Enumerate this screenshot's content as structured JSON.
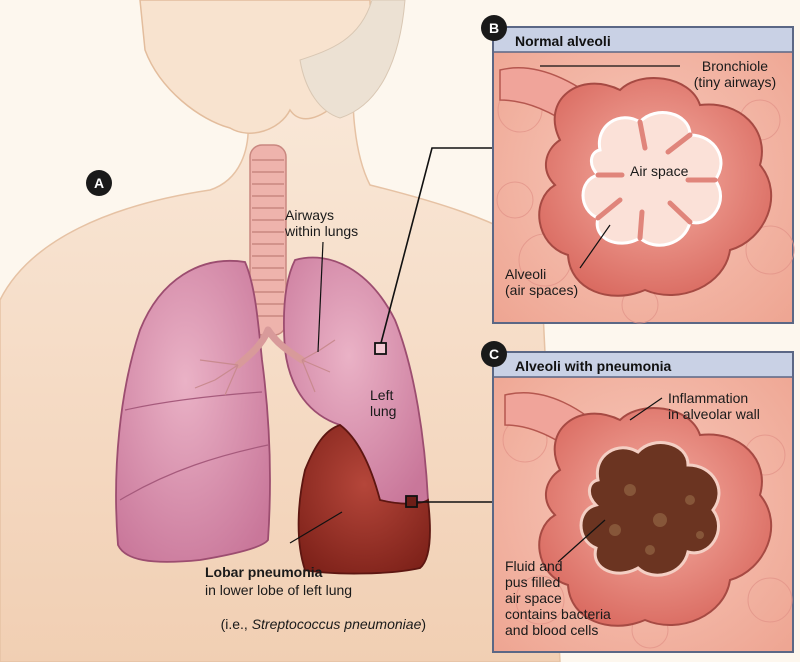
{
  "badges": {
    "a": "A",
    "b": "B",
    "c": "C"
  },
  "panels": {
    "normal_title": "Normal alveoli",
    "pneumonia_title": "Alveoli with pneumonia"
  },
  "labels": {
    "bronchiole": "Bronchiole\n(tiny airways)",
    "air_space": "Air space",
    "alveoli": "Alveoli\n(air spaces)",
    "airways": "Airways\nwithin lungs",
    "left_lung": "Left\nlung",
    "inflammation": "Inflammation\nin alveolar wall",
    "fluid": "Fluid and\npus filled\nair space\ncontains bacteria\nand blood cells",
    "lobar_title": "Lobar pneumonia",
    "lobar_sub": "in lower lobe of left lung",
    "lobar_paren_open": "(i.e., ",
    "lobar_species": "Streptococcus pneumoniae",
    "lobar_paren_close": ")"
  },
  "colors": {
    "skin": "#f6dcc4",
    "lung_pink": "#d98aa8",
    "lung_light": "#ecc0d0",
    "infected": "#9a2f26",
    "trachea": "#e8a7a0",
    "panel_bg": "#f3b6a6",
    "panel_header": "#c7d0e4",
    "alveoli": "#e9877f",
    "pus": "#6b3a24"
  }
}
